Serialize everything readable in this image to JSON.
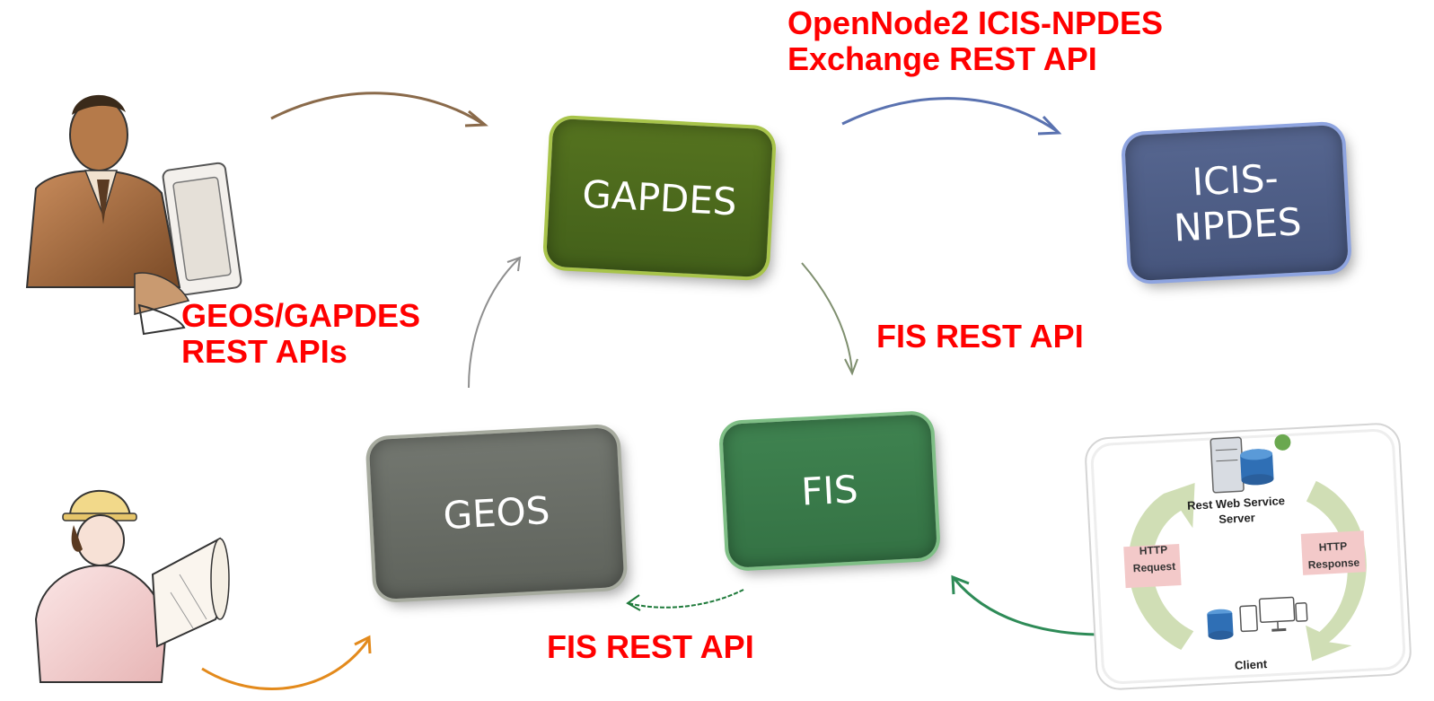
{
  "systems": {
    "gapdes": {
      "label": "GAPDES",
      "color": "#4e6b1a"
    },
    "icis": {
      "label": "ICIS-\nNPDES",
      "color": "#4f5f86"
    },
    "geos": {
      "label": "GEOS",
      "color": "#6c7068"
    },
    "fis": {
      "label": "FIS",
      "color": "#3d7d4a"
    }
  },
  "labels": {
    "opennode_line1": "OpenNode2 ICIS-NPDES",
    "opennode_line2": "Exchange REST API",
    "geos_gapdes_line1": "GEOS/GAPDES",
    "geos_gapdes_line2": "REST APIs",
    "fis_rest_right": "FIS REST API",
    "fis_rest_bottom": "FIS REST API"
  },
  "rest_diagram": {
    "server": "Rest Web Service Server",
    "request": "HTTP Request",
    "response": "HTTP Response",
    "client": "Client"
  },
  "arrow_colors": {
    "brown": "#8a6a4a",
    "blue": "#5a72b0",
    "gray": "#8f8f8f",
    "gray_green": "#7f8f6f",
    "green": "#2e8b57",
    "dark_green": "#1e7a3a",
    "orange": "#e38a1c"
  }
}
